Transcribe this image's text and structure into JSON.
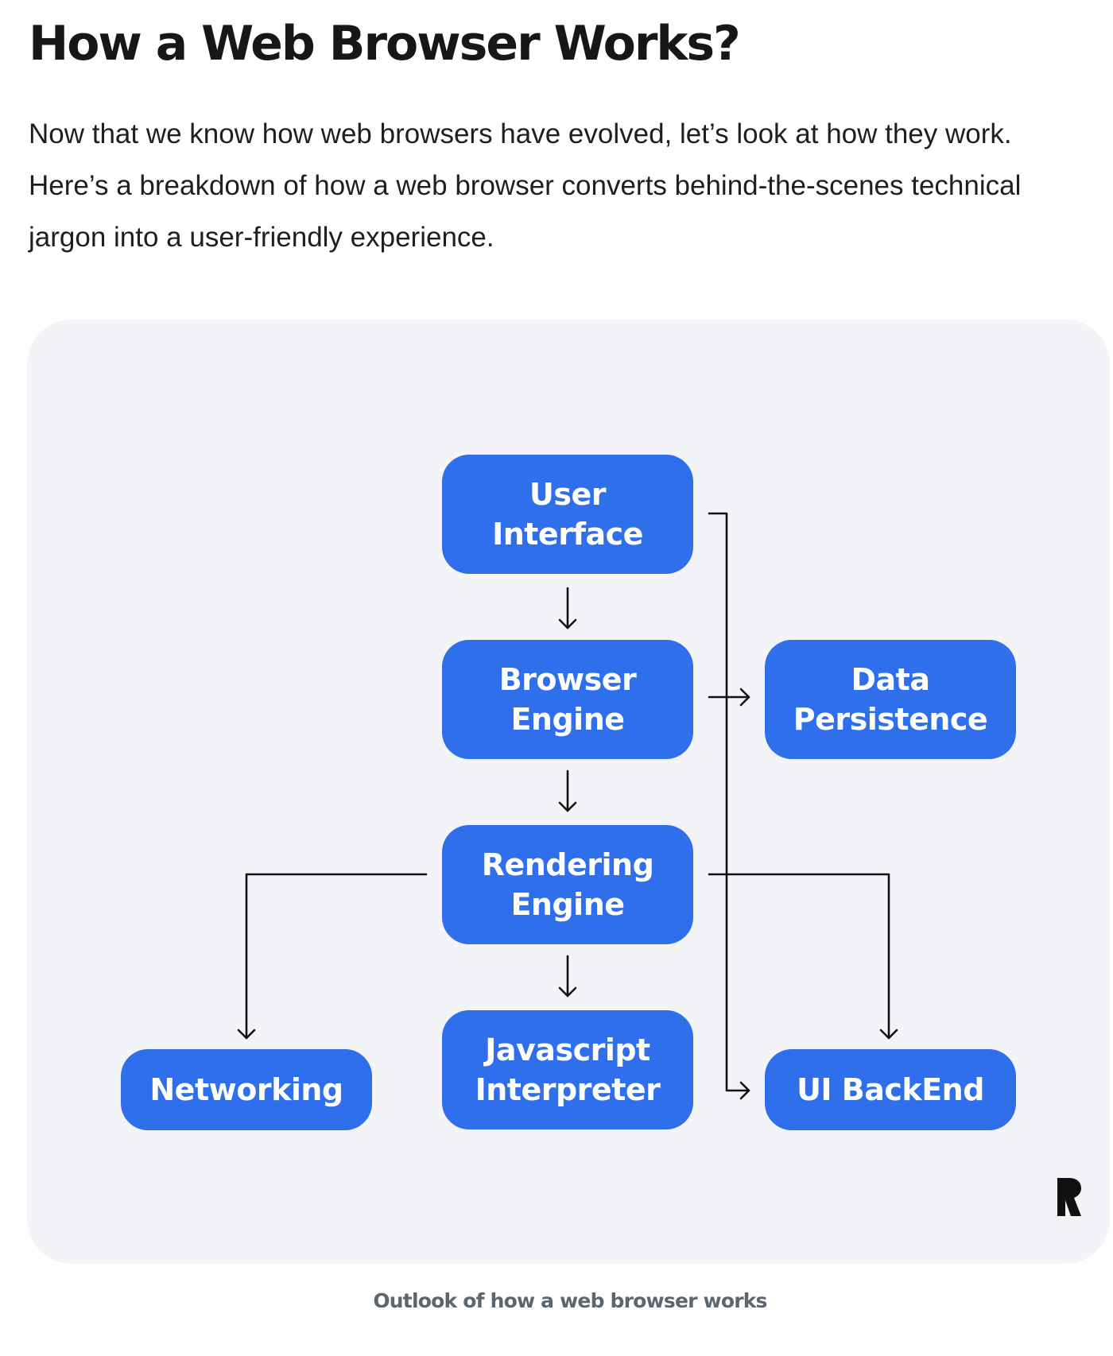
{
  "article": {
    "title": "How a Web Browser Works?",
    "intro": "Now that we know how web browsers have evolved, let’s look at how they work. Here’s a breakdown of how a web browser converts behind-the-scenes technical jargon into a user-friendly experience."
  },
  "diagram": {
    "nodes": {
      "user_interface": "User\nInterface",
      "browser_engine": "Browser\nEngine",
      "data_persistence": "Data\nPersistence",
      "rendering_engine": "Rendering\nEngine",
      "networking": "Networking",
      "javascript_interpreter": "Javascript\nInterpreter",
      "ui_backend": "UI BackEnd"
    },
    "connections": [
      {
        "from": "user_interface",
        "to": "browser_engine"
      },
      {
        "from": "browser_engine",
        "to": "rendering_engine"
      },
      {
        "from": "rendering_engine",
        "to": "javascript_interpreter"
      },
      {
        "from": "browser_engine",
        "to": "data_persistence"
      },
      {
        "from": "user_interface",
        "to": "ui_backend"
      },
      {
        "from": "rendering_engine",
        "to": "networking"
      },
      {
        "from": "rendering_engine",
        "to": "ui_backend"
      }
    ],
    "node_color": "#2f6fec",
    "card_color": "#f2f4f7",
    "logo_icon": "r-logo-icon"
  },
  "figure": {
    "caption": "Outlook of how a web browser works"
  }
}
